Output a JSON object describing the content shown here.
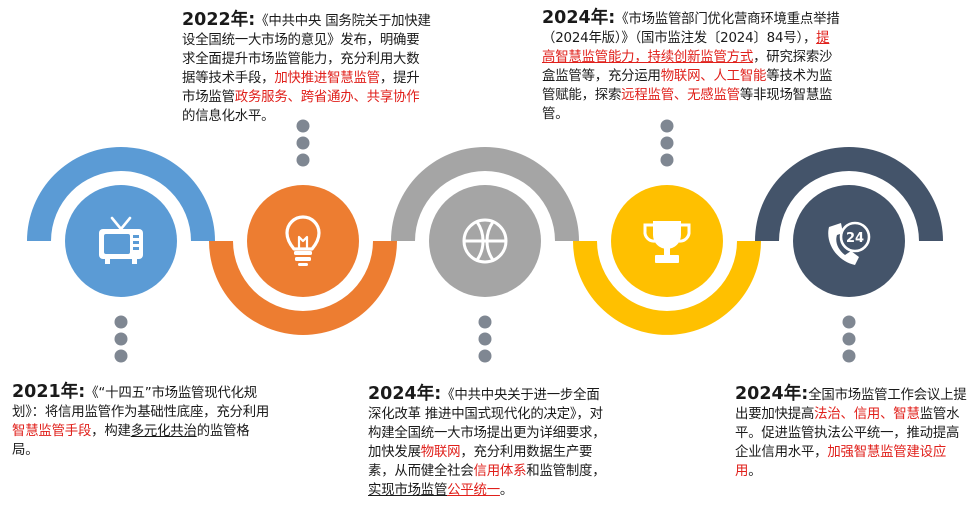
{
  "colors": {
    "blue": "#5b9bd5",
    "orange": "#ed7d31",
    "gray": "#a5a5a5",
    "yellow": "#ffc000",
    "navy": "#44546a",
    "dots": "#7f8792",
    "highlight_red": "#e0201b"
  },
  "stages": [
    {
      "color": "blue",
      "icon": "tv-icon"
    },
    {
      "color": "orange",
      "icon": "lightbulb-icon"
    },
    {
      "color": "gray",
      "icon": "basketball-icon"
    },
    {
      "color": "yellow",
      "icon": "trophy-icon"
    },
    {
      "color": "navy",
      "icon": "phone-24-icon"
    }
  ],
  "milestones": [
    {
      "id": "m2021",
      "year": "2021年:",
      "segments": [
        {
          "t": "《“十四五”市场监管现代化规划》：将信用监管作为基础性底座，充分利用"
        },
        {
          "t": "智慧监管手段",
          "s": "r"
        },
        {
          "t": "，构建"
        },
        {
          "t": "多元化共治",
          "s": "u"
        },
        {
          "t": "的监管格局。"
        }
      ]
    },
    {
      "id": "m2022",
      "year": "2022年:",
      "segments": [
        {
          "t": "《中共中央 国务院关于加快建设全国统一大市场的意见》发布，明确要求全面提升市场监管能力，充分利用大数据等技术手段，"
        },
        {
          "t": "加快推进智慧监管",
          "s": "r"
        },
        {
          "t": "，提升市场监管"
        },
        {
          "t": "政务服务、跨省通办、共享协作",
          "s": "r"
        },
        {
          "t": "的信息化水平。"
        }
      ]
    },
    {
      "id": "m2024a",
      "year": "2024年:",
      "segments": [
        {
          "t": "《中共中央关于进一步全面深化改革 推进中国式现代化的决定》，对构建全国统一大市场提出更为详细要求，加快发展"
        },
        {
          "t": "物联网",
          "s": "r"
        },
        {
          "t": "，充分利用数据生产要素，从而健全社会"
        },
        {
          "t": "信用体系",
          "s": "r"
        },
        {
          "t": "和监管制度，"
        },
        {
          "t": "实现市场监管",
          "s": "u"
        },
        {
          "t": "公平统一",
          "s": "ru"
        },
        {
          "t": "。"
        }
      ]
    },
    {
      "id": "m2024b",
      "year": "2024年:",
      "segments": [
        {
          "t": "《市场监管部门优化营商环境重点举措（2024年版）》（国市监注发〔2024〕84号），"
        },
        {
          "t": "提高智慧监管能力，持续创新监管方式",
          "s": "ru"
        },
        {
          "t": "，研究探索沙盒监管等，充分运用"
        },
        {
          "t": "物联网、人工智能",
          "s": "r"
        },
        {
          "t": "等技术为监管赋能，探索"
        },
        {
          "t": "远程监管、无感监管",
          "s": "r"
        },
        {
          "t": "等非现场智慧监管。"
        }
      ]
    },
    {
      "id": "m2024c",
      "year": "2024年:",
      "segments": [
        {
          "t": "全国市场监管工作会议上提出要加快提高"
        },
        {
          "t": "法治、信用、智慧",
          "s": "r"
        },
        {
          "t": "监管水平。促进监管执法公平统一，推动提高企业信用水平，"
        },
        {
          "t": "加强智慧监管建设应用",
          "s": "r"
        },
        {
          "t": "。"
        }
      ]
    }
  ]
}
